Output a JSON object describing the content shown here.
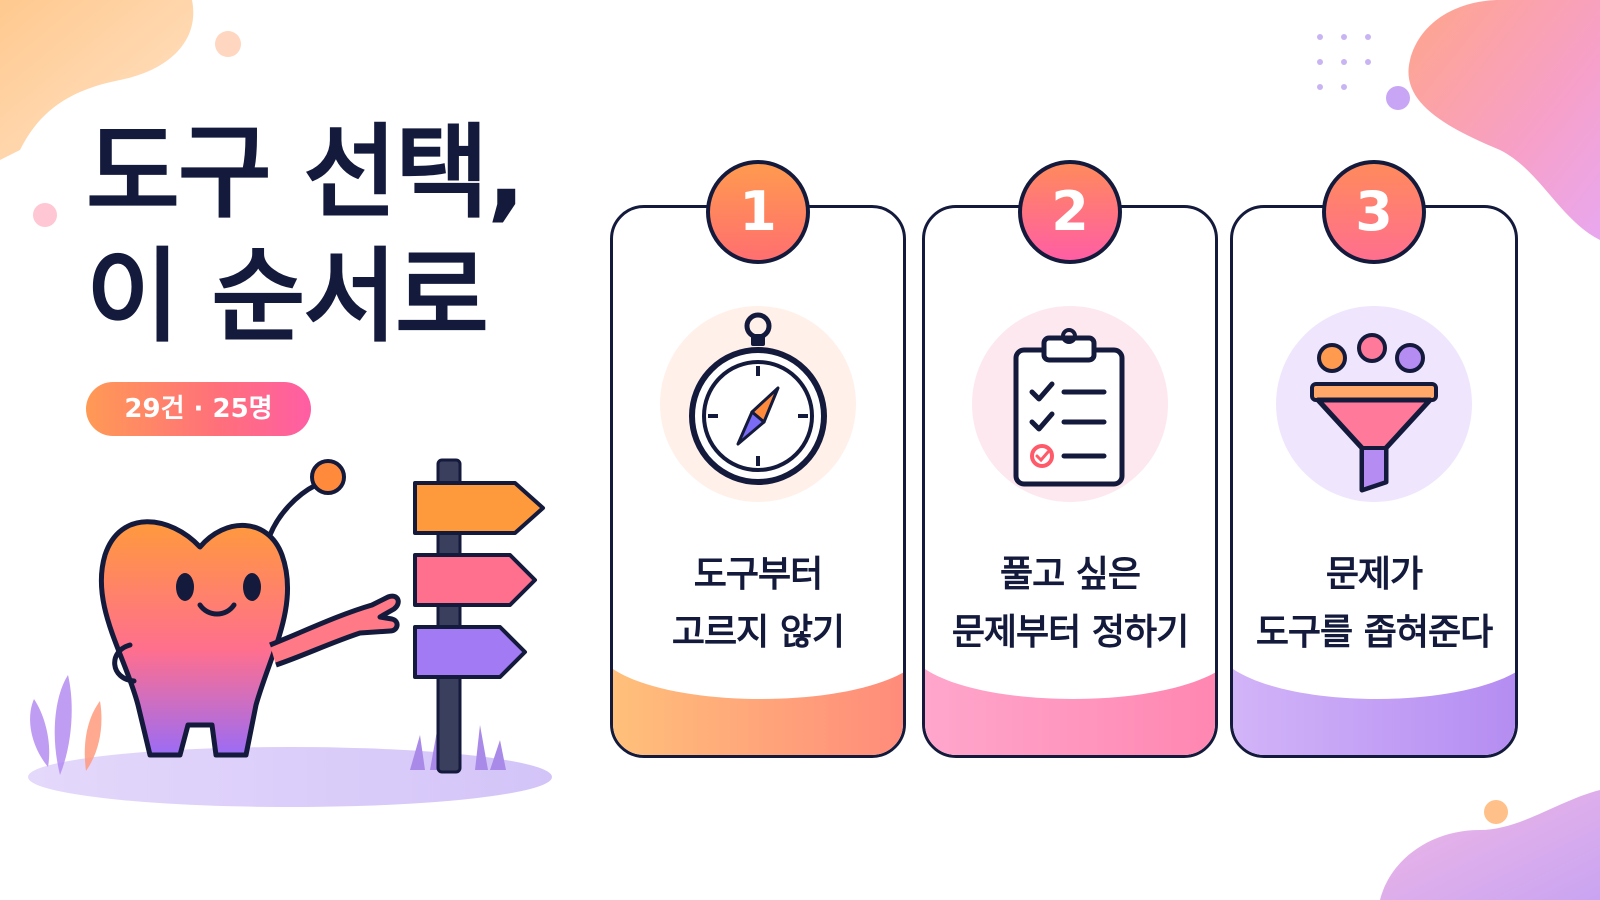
{
  "hero": {
    "title_line1": "도구 선택,",
    "title_line2": "이 순서로",
    "stats": "29건 · 25명"
  },
  "steps": [
    {
      "number": "1",
      "line1": "도구부터",
      "line2": "고르지 않기",
      "icon": "compass-icon"
    },
    {
      "number": "2",
      "line1": "풀고 싶은",
      "line2": "문제부터 정하기",
      "icon": "clipboard-checklist-icon"
    },
    {
      "number": "3",
      "line1": "문제가",
      "line2": "도구를 좁혀준다",
      "icon": "funnel-icon"
    }
  ],
  "colors": {
    "navy": "#141a3c",
    "orange": "#ff9a4f",
    "pink": "#ff7a9a",
    "purple": "#b48cf2"
  }
}
